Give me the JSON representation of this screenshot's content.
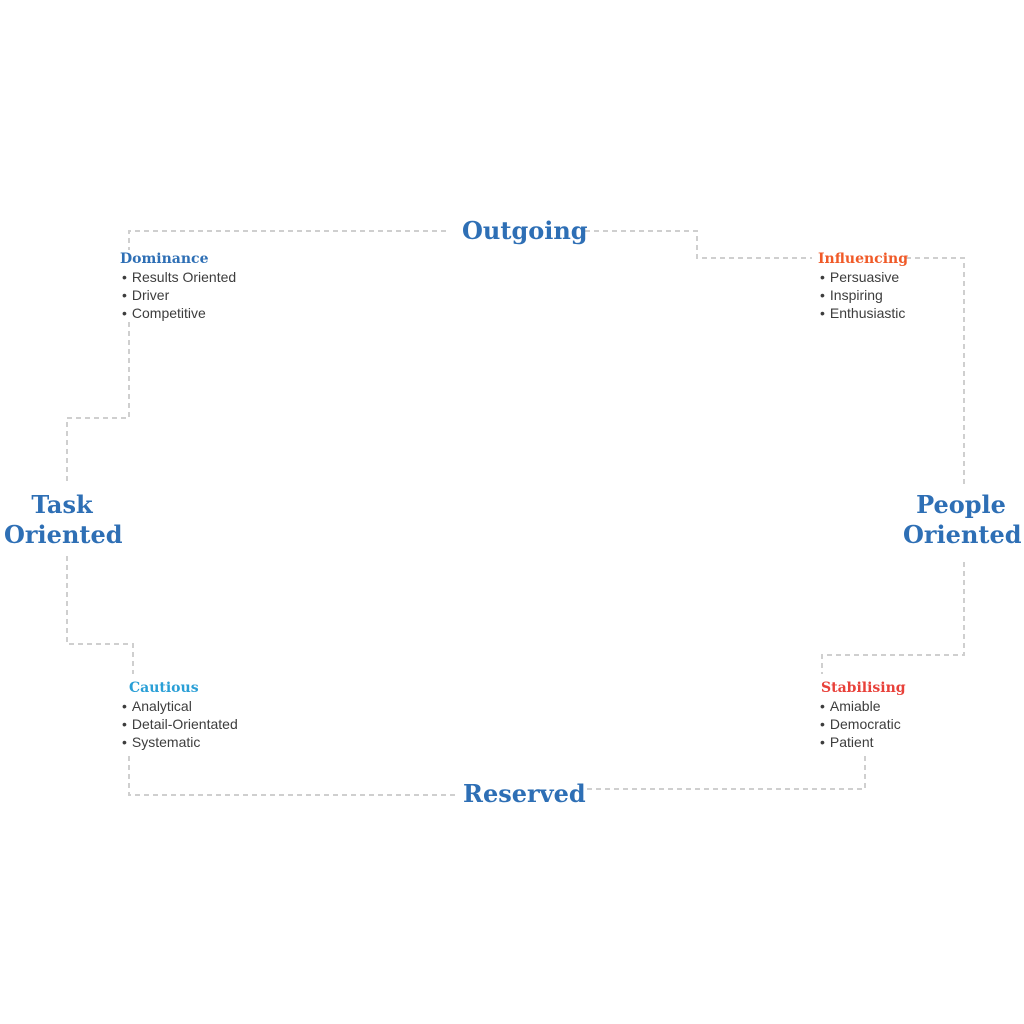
{
  "colors": {
    "axis_blue": "#2e6fb5",
    "dominance": "#2e6fb5",
    "influencing": "#f05a28",
    "cautious": "#2a9fd6",
    "stabilising": "#e8413a",
    "connector": "#cfcfcf"
  },
  "axes": {
    "top": "Outgoing",
    "bottom": "Reserved",
    "left": [
      "Task",
      "Oriented"
    ],
    "right": [
      "People",
      "Oriented"
    ]
  },
  "quadrants": {
    "dominance": {
      "title": "Dominance",
      "items": [
        "Results Oriented",
        "Driver",
        "Competitive"
      ]
    },
    "influencing": {
      "title": "Influencing",
      "items": [
        "Persuasive",
        "Inspiring",
        "Enthusiastic"
      ]
    },
    "cautious": {
      "title": "Cautious",
      "items": [
        "Analytical",
        "Detail-Orientated",
        "Systematic"
      ]
    },
    "stabilising": {
      "title": "Stabilising",
      "items": [
        "Amiable",
        "Democratic",
        "Patient"
      ]
    }
  }
}
